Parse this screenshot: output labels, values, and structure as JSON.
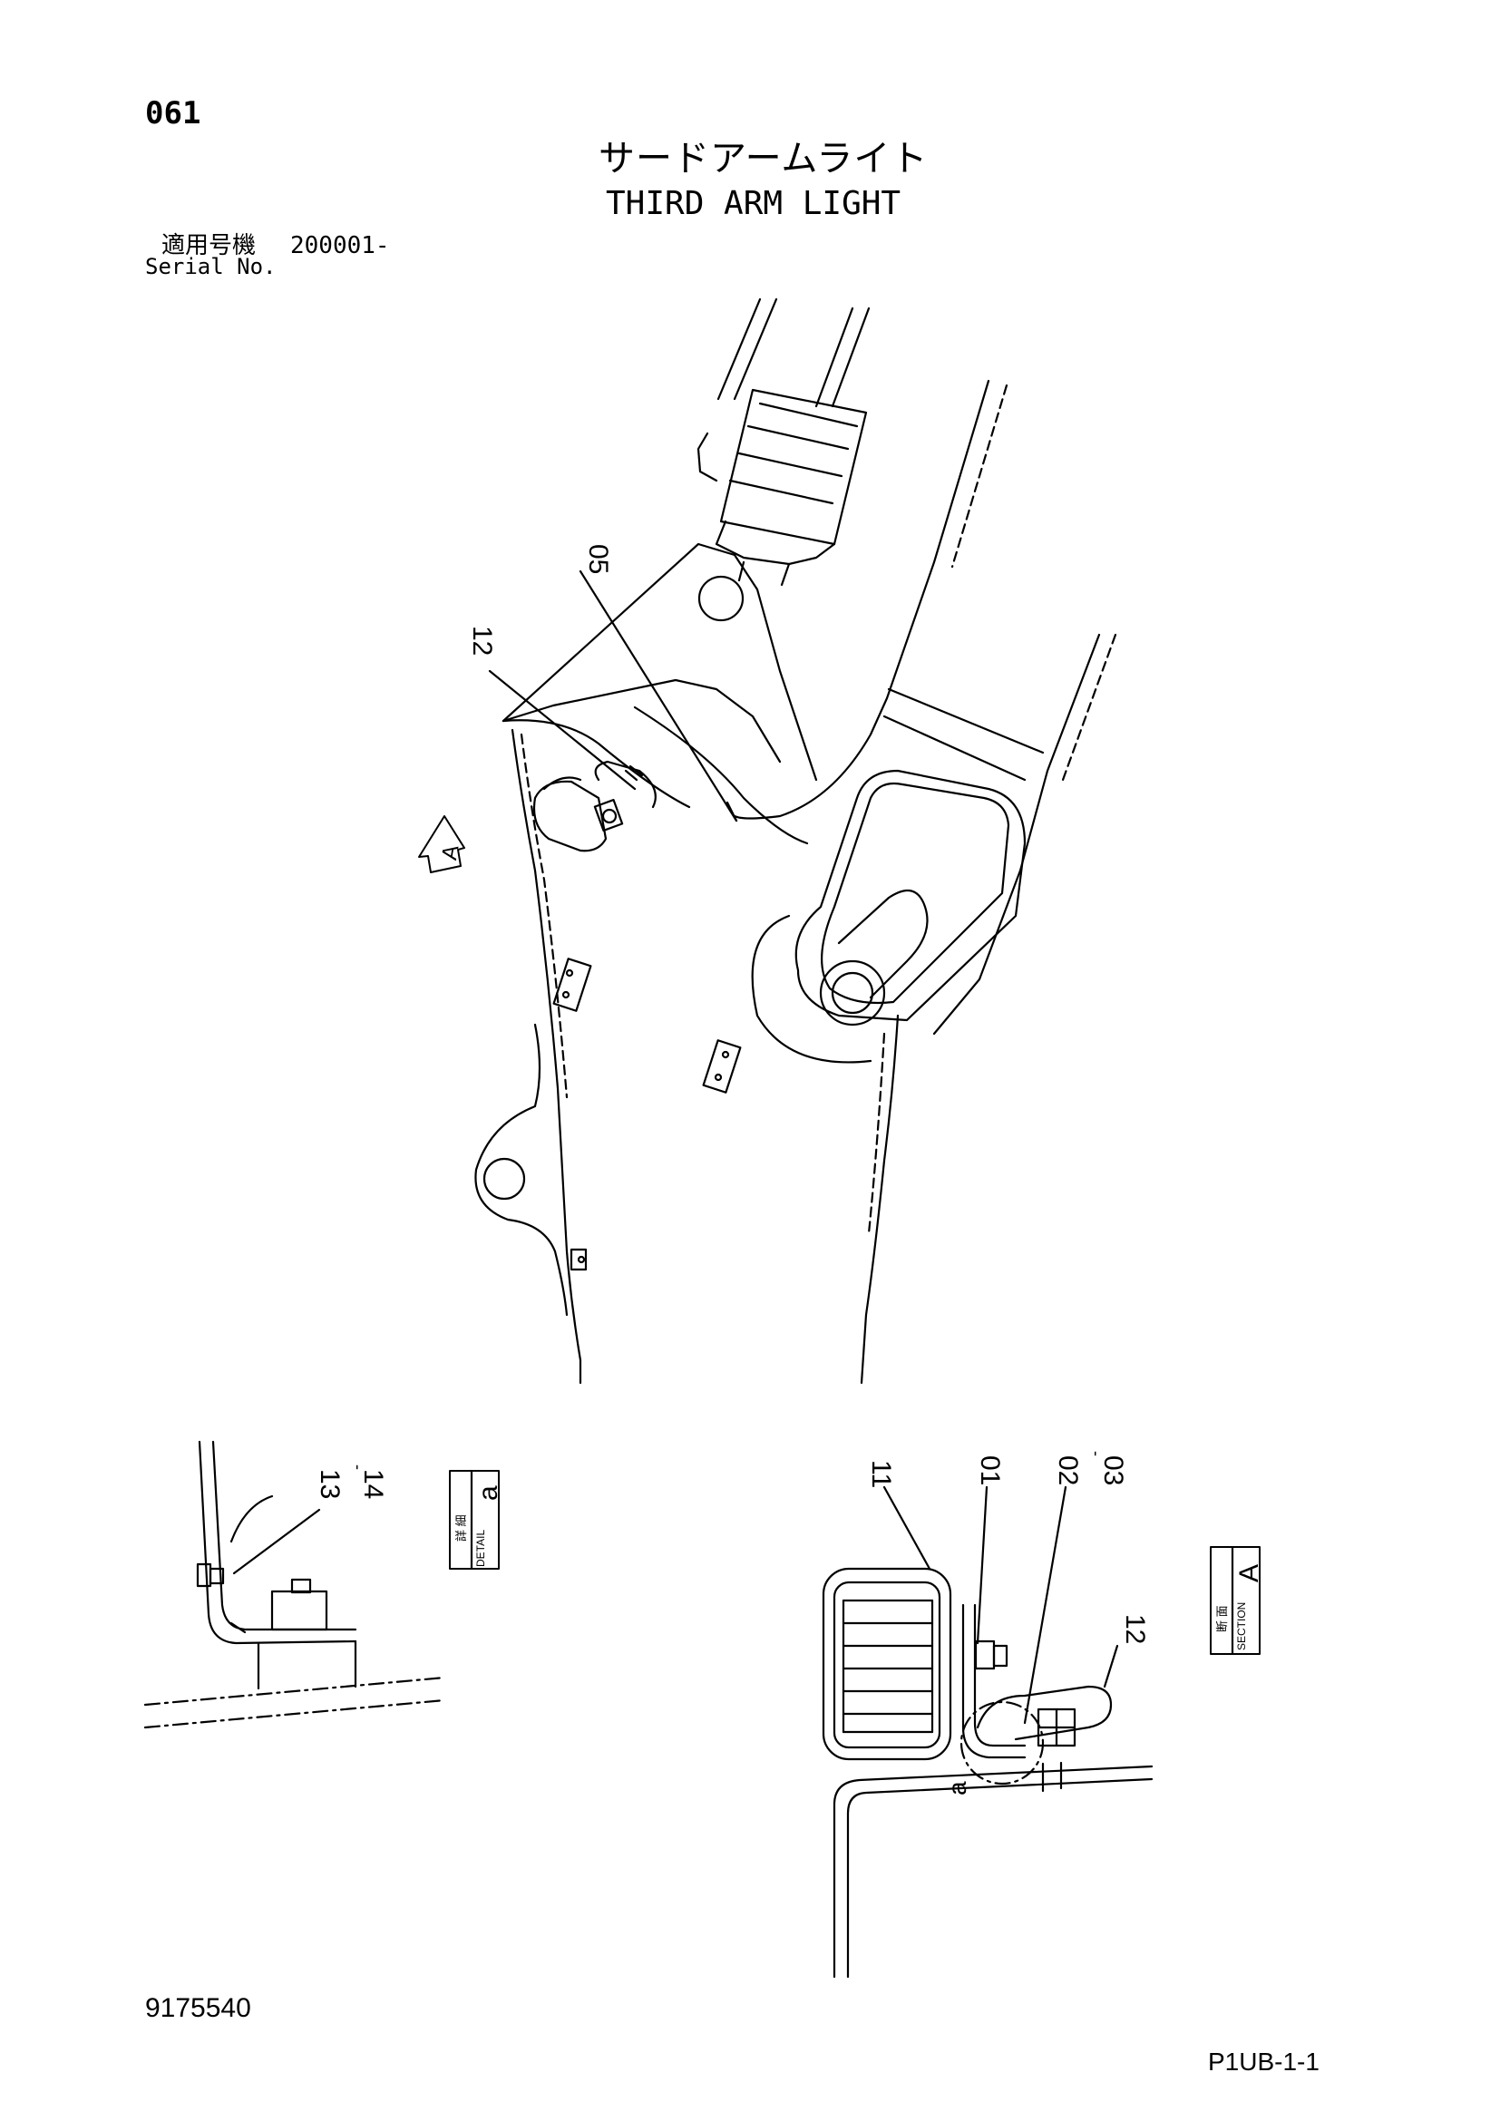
{
  "header": {
    "page_number": "061",
    "title_jp": "サードアームライト",
    "title_en": "THIRD ARM LIGHT",
    "serial_label_jp": "適用号機",
    "serial_value": "200001-",
    "serial_label_en": "Serial No."
  },
  "main_view": {
    "callouts": [
      "05",
      "12"
    ],
    "view_marker": "A"
  },
  "detail_view": {
    "label_jp": "詳 細",
    "label_en": "DETAIL",
    "letter": "a",
    "callouts": [
      "13",
      "14"
    ]
  },
  "section_view": {
    "label_jp": "断 面",
    "label_en": "SECTION",
    "letter": "A",
    "callouts": [
      "11",
      "01",
      "02",
      "03",
      "12"
    ],
    "detail_ref": "a"
  },
  "footer": {
    "part_number": "9175540",
    "page_code": "P1UB-1-1"
  }
}
